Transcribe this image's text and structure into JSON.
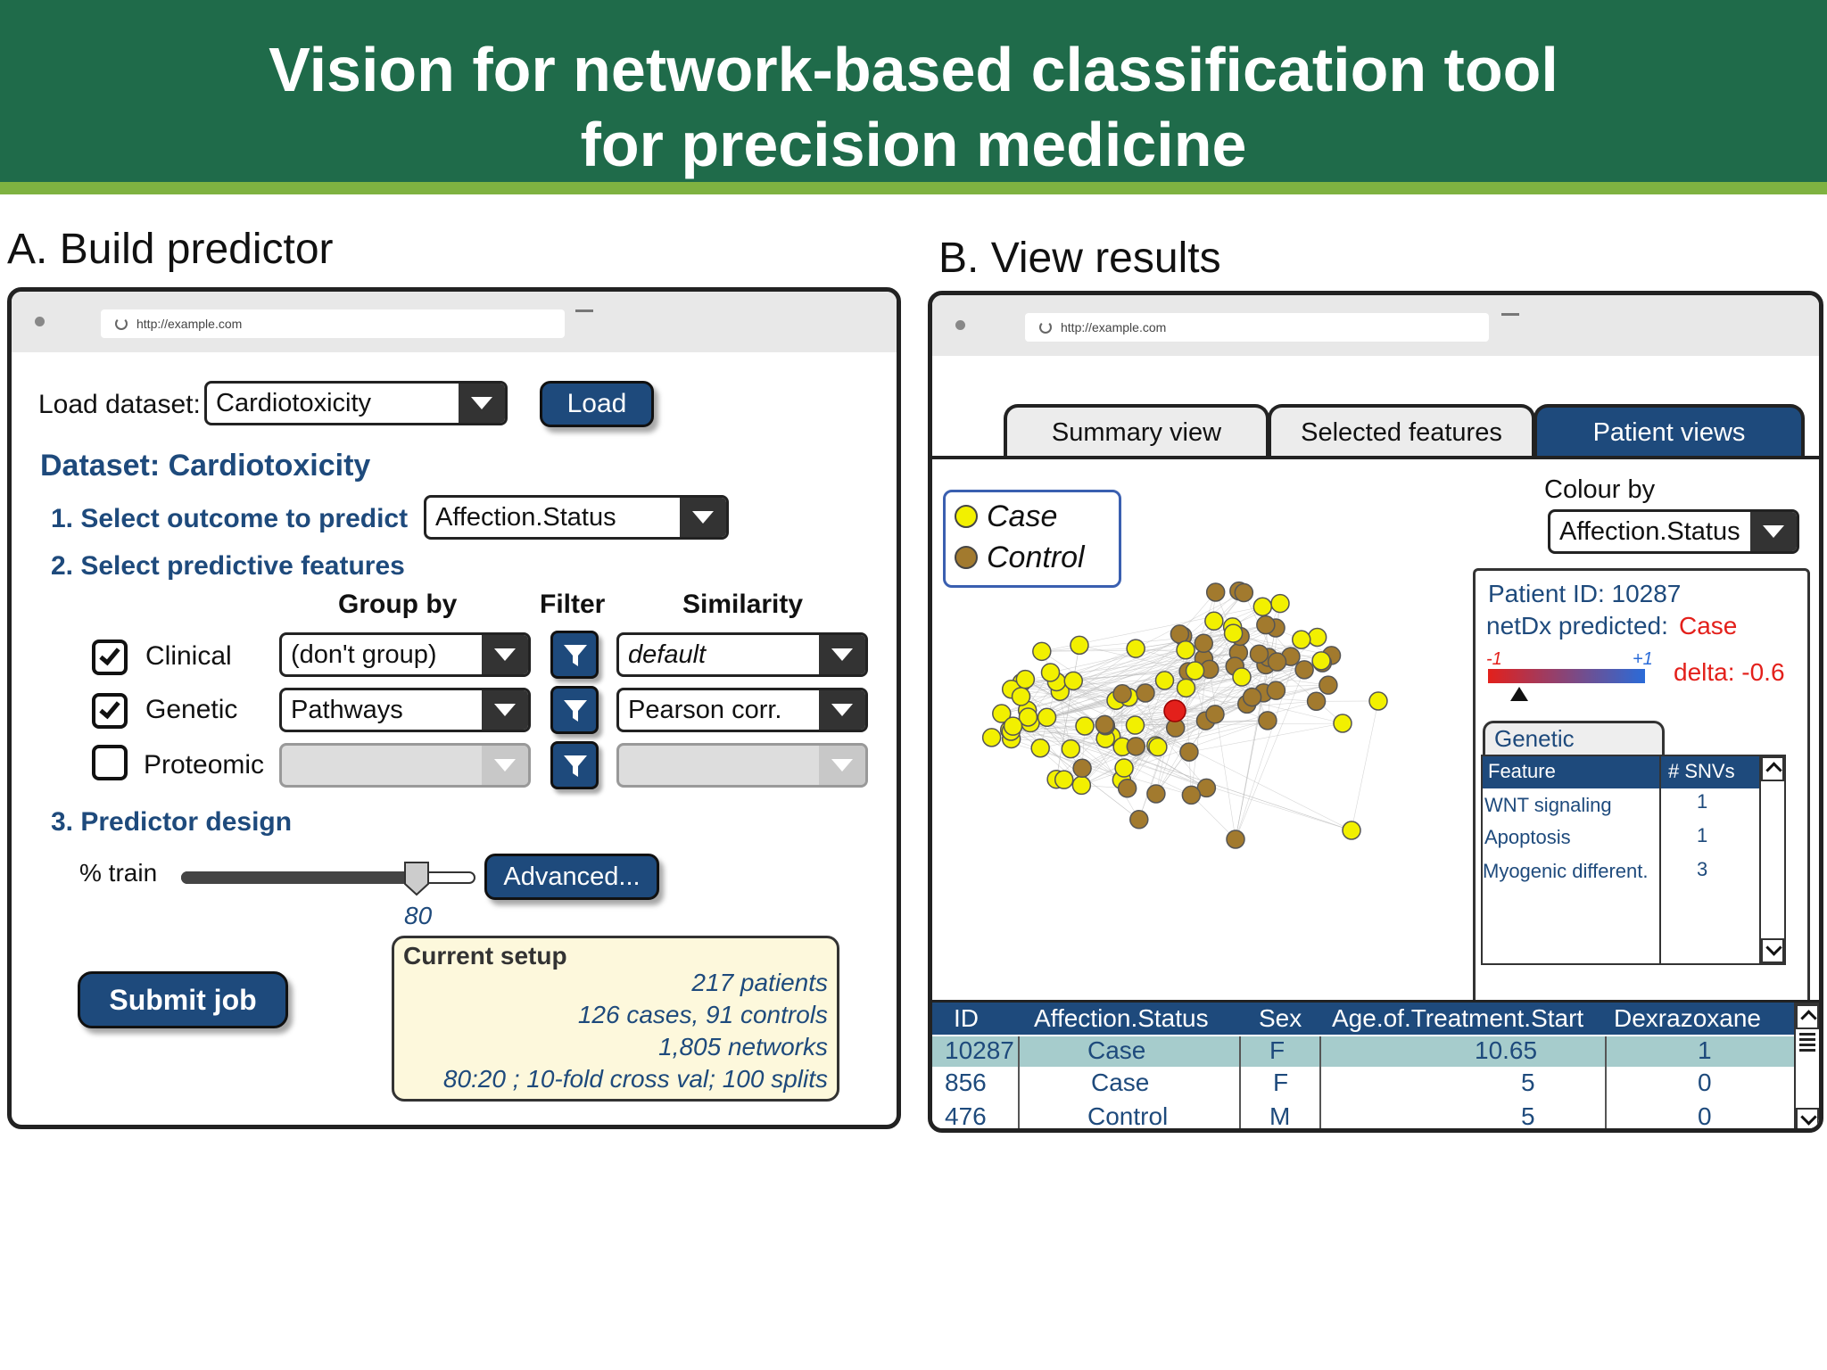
{
  "banner": {
    "title_line1": "Vision for network-based classification tool",
    "title_line2": "for precision medicine"
  },
  "colors": {
    "banner": "#1f6b4a",
    "stripe": "#7fb241",
    "navy": "#1e4a7c",
    "case": "#f2f000",
    "control": "#a27a2e",
    "highlight": "#e3201b"
  },
  "panel_a": {
    "section_title": "A. Build predictor",
    "url": "http://example.com",
    "load_label": "Load dataset:",
    "dataset_select": "Cardiotoxicity",
    "load_button": "Load",
    "dataset_heading": "Dataset: Cardiotoxicity",
    "step1": "1. Select outcome to predict",
    "outcome_select": "Affection.Status",
    "step2": "2. Select predictive features",
    "col_group": "Group by",
    "col_filter": "Filter",
    "col_similarity": "Similarity",
    "features": [
      {
        "name": "Clinical",
        "checked": true,
        "group": "(don't group)",
        "similarity": "default"
      },
      {
        "name": "Genetic",
        "checked": true,
        "group": "Pathways",
        "similarity": "Pearson corr."
      },
      {
        "name": "Proteomic",
        "checked": false,
        "group": "",
        "similarity": ""
      }
    ],
    "step3": "3. Predictor design",
    "train_label": "% train",
    "train_value": "80",
    "train_fraction": 0.8,
    "advanced_button": "Advanced...",
    "submit_button": "Submit job",
    "setup": {
      "title": "Current setup",
      "lines": [
        "217 patients",
        "126 cases, 91 controls",
        "1,805 networks",
        "80:20 ; 10-fold cross val; 100 splits"
      ]
    }
  },
  "panel_b": {
    "section_title": "B. View results",
    "url": "http://example.com",
    "tabs": [
      "Summary view",
      "Selected features",
      "Patient views"
    ],
    "active_tab": 2,
    "legend": {
      "case": "Case",
      "control": "Control"
    },
    "colour_by_label": "Colour by",
    "colour_by_select": "Affection.Status",
    "patient": {
      "id_label": "Patient ID: 10287",
      "pred_label": "netDx predicted:",
      "pred_value": "Case",
      "scale_min": "-1",
      "scale_max": "+1",
      "delta": "delta: -0.6",
      "delta_value": -0.6
    },
    "genetic": {
      "tab": "Genetic",
      "headers": [
        "Feature",
        "# SNVs"
      ],
      "rows": [
        [
          "WNT signaling",
          "1"
        ],
        [
          "Apoptosis",
          "1"
        ],
        [
          "Myogenic different.",
          "3"
        ]
      ]
    },
    "table": {
      "headers": [
        "ID",
        "Affection.Status",
        "Sex",
        "Age.of.Treatment.Start",
        "Dexrazoxane"
      ],
      "rows": [
        [
          "10287",
          "Case",
          "F",
          "10.65",
          "1"
        ],
        [
          "856",
          "Case",
          "F",
          "5",
          "0"
        ],
        [
          "476",
          "Control",
          "M",
          "5",
          "0"
        ]
      ]
    }
  }
}
